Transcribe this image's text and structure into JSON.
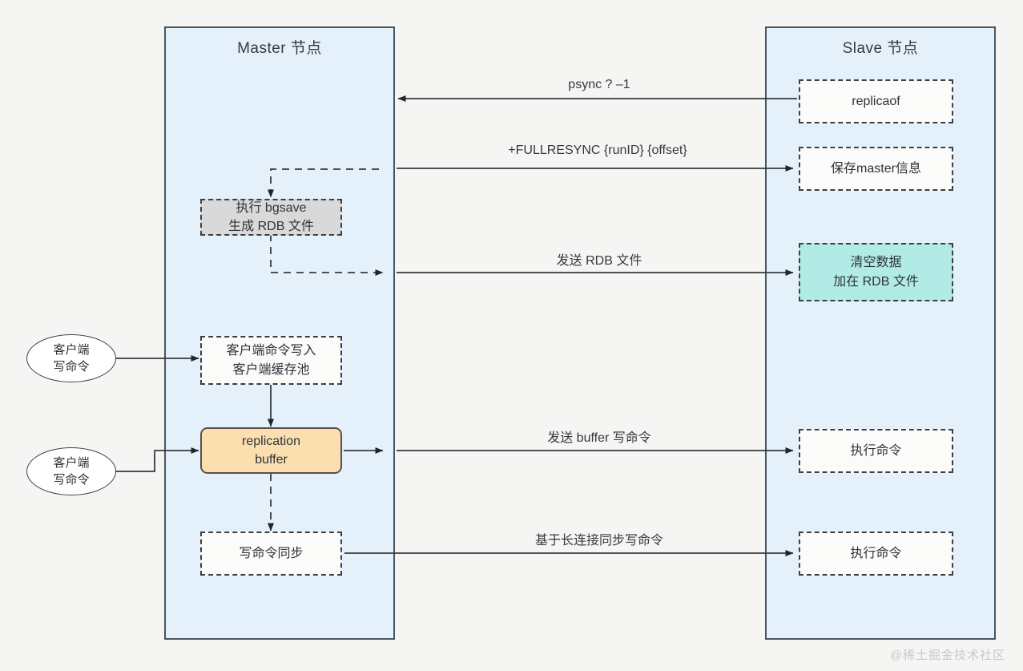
{
  "diagram": {
    "title": "Redis master-slave replication flow",
    "background": "#f5f5f4",
    "panel_fill": "#e4f1fb",
    "panel_stroke": "#4a5560"
  },
  "panels": {
    "master": {
      "title": "Master 节点"
    },
    "slave": {
      "title": "Slave 节点"
    }
  },
  "master_nodes": {
    "bgsave": {
      "label": "执行 bgsave\n生成 RDB 文件",
      "fill": "#d9d9d9"
    },
    "client_buffer": {
      "label": "客户端命令写入\n客户端缓存池",
      "fill": "#fbfbfa"
    },
    "replication_buffer": {
      "label": "replication\nbuffer",
      "fill": "#fcdfae"
    },
    "write_sync": {
      "label": "写命令同步",
      "fill": "#fbfbfa"
    }
  },
  "slave_nodes": {
    "replicaof": {
      "label": "replicaof",
      "fill": "#fbfbfa"
    },
    "save_master_info": {
      "label": "保存master信息",
      "fill": "#fbfbfa"
    },
    "clear_data": {
      "label": "清空数据\n加在 RDB 文件",
      "fill": "#b2ebe6"
    },
    "exec_cmd_1": {
      "label": "执行命令",
      "fill": "#fbfbfa"
    },
    "exec_cmd_2": {
      "label": "执行命令",
      "fill": "#fbfbfa"
    }
  },
  "clients": {
    "client_1": {
      "label": "客户端\n写命令"
    },
    "client_2": {
      "label": "客户端\n写命令"
    }
  },
  "edge_labels": {
    "psync": "psync ? –1",
    "fullresync": "+FULLRESYNC {runID} {offset}",
    "send_rdb": "发送 RDB 文件",
    "send_buffer": "发送 buffer 写命令",
    "long_conn": "基于长连接同步写命令"
  },
  "watermark": {
    "text": "@稀土掘金技术社区"
  }
}
